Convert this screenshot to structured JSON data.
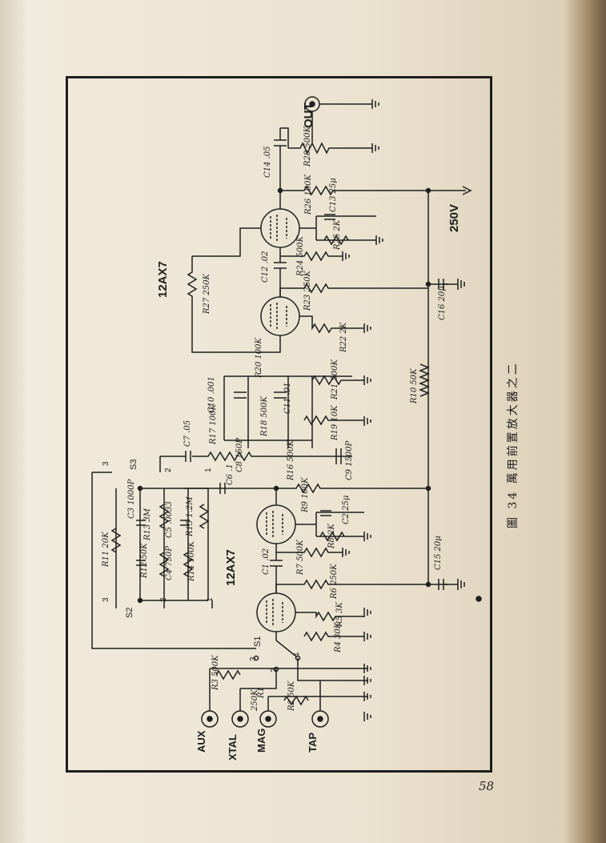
{
  "page": {
    "number": "58",
    "caption": "圖 34 萬用前置放大器之二"
  },
  "tubes": {
    "first_stage": "12AX7",
    "second_stage": "12AX7"
  },
  "inputs": {
    "aux": "AUX",
    "xtal": "XTAL",
    "mag": "MAG",
    "tap": "TAP"
  },
  "output": {
    "label": "OUT",
    "supply": "250V"
  },
  "switches": {
    "s1": "S1",
    "s2": "S2",
    "s3": "S3",
    "pos_1": "1",
    "pos_2": "2",
    "pos_3": "3"
  },
  "components": {
    "r1": "R1",
    "r2": "R2 50K",
    "r3": "R3 500K",
    "r4": "R4 30K",
    "r5": "R5 3K",
    "r6": "R6 250K",
    "r7": "R7 500K",
    "r8": "R8 2K",
    "r9": "R9 100K",
    "r10": "R10 50K",
    "r11": "R11 20K",
    "r12": "R12 50K",
    "r13": "R13 3M",
    "r14": "R14 100K",
    "r15": "R15 1.2M",
    "r16": "R16 500K",
    "r17": "R17 100K",
    "r18": "R18 500K",
    "r19": "R19 10K",
    "r20": "R20 100K",
    "r21": "R21 500K",
    "r22": "R22 2K",
    "r23": "R23 250K",
    "r24": "R24 500K",
    "r25": "R25 2K",
    "r26": "R26 100K",
    "r27": "R27 250K",
    "r28": "R28 500K",
    "r_xtal": "250K",
    "c1": "C1 .02",
    "c2": "C2 25μ",
    "c3": "C3 1000P",
    "c4": "C4 750P",
    "c5": "C5 .0033",
    "c6": "C6 .1",
    "c7": "C7 .05",
    "c8": "C8 150P",
    "c9": "C9 1500P",
    "c10": "C10 .001",
    "c11": "C11 .01",
    "c12": "C12 .02",
    "c13": "C13 25μ",
    "c14": "C14 .05",
    "c15": "C15 20μ",
    "c16": "C16 20μ"
  }
}
